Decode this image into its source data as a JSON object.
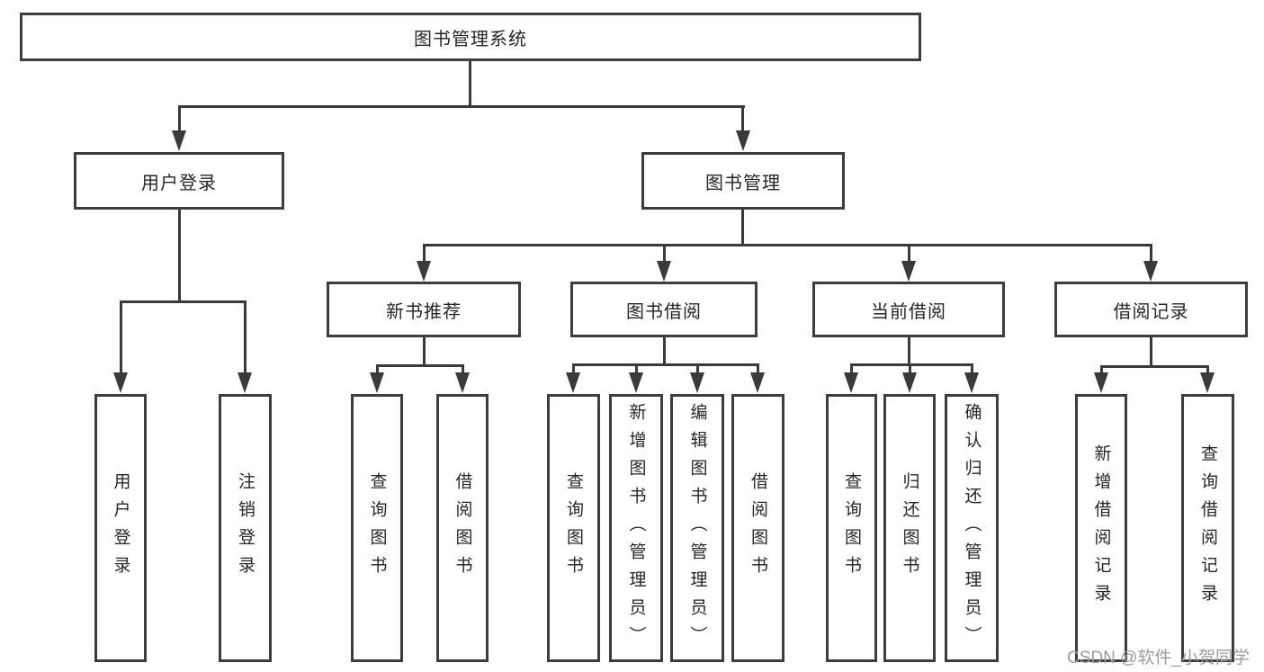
{
  "colors": {
    "line": "#3a3a3a",
    "border": "#3d3d3d",
    "text": "#262626",
    "watermark": "#9c9c9c",
    "background": "#ffffff"
  },
  "watermark": "CSDN @软件_小贺同学",
  "tree": {
    "root": "图书管理系统",
    "children": [
      {
        "label": "用户登录",
        "children": [
          {
            "label": "用户登录"
          },
          {
            "label": "注销登录"
          }
        ]
      },
      {
        "label": "图书管理",
        "children": [
          {
            "label": "新书推荐",
            "children": [
              {
                "label": "查询图书"
              },
              {
                "label": "借阅图书"
              }
            ]
          },
          {
            "label": "图书借阅",
            "children": [
              {
                "label": "查询图书"
              },
              {
                "label": "新增图书（管理员）"
              },
              {
                "label": "编辑图书（管理员）"
              },
              {
                "label": "借阅图书"
              }
            ]
          },
          {
            "label": "当前借阅",
            "children": [
              {
                "label": "查询图书"
              },
              {
                "label": "归还图书"
              },
              {
                "label": "确认归还（管理员）"
              }
            ]
          },
          {
            "label": "借阅记录",
            "children": [
              {
                "label": "新增借阅记录"
              },
              {
                "label": "查询借阅记录"
              }
            ]
          }
        ]
      }
    ]
  }
}
